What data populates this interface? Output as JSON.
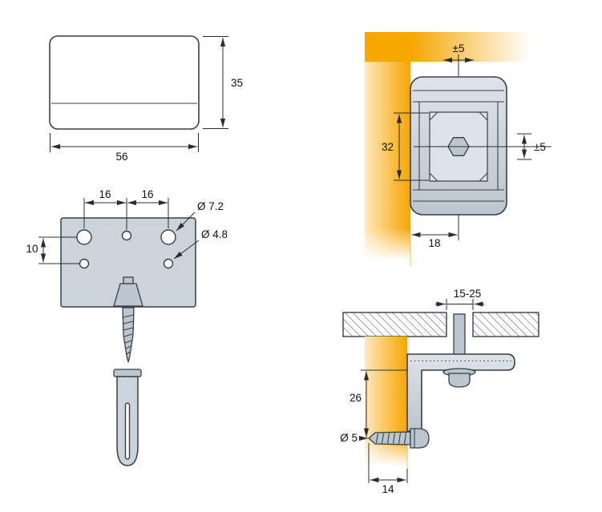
{
  "drawing": {
    "kind": "technical drawing, cabinet wall suspension bracket",
    "views": {
      "cap_front": {
        "height": "35",
        "width": "56"
      },
      "plate_face": {
        "spacing_left": "16",
        "spacing_right": "16",
        "row_offset": "10",
        "large_hole": "Ø 7.2",
        "small_hole": "Ø 4.8"
      },
      "mounted_front": {
        "adjust_horizontal": "±5",
        "hole_distance": "32",
        "adjust_vertical": "±5",
        "wall_offset": "18"
      },
      "section_side": {
        "panel_slot": "15-25",
        "screw_height": "26",
        "screw_dia": "Ø 5",
        "depth": "14"
      }
    }
  },
  "colors": {
    "line": "#3a3f44",
    "dim": "#2a2d30",
    "text": "#111111",
    "part_fill": "#ccd4db",
    "part_fill_2": "#bcc6ce",
    "part_light": "#dde3e8",
    "hole_fill": "#ffffff",
    "wall_orange": "#f6a700",
    "wall_orange_mid": "#f9c254",
    "wall_orange_light": "#fdeac0"
  }
}
